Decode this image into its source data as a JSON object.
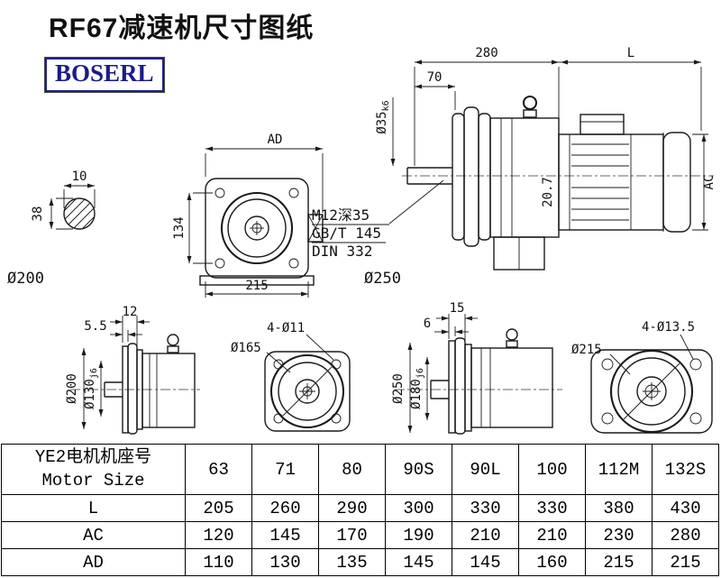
{
  "page": {
    "title": "RF67减速机尺寸图纸",
    "logo": "BOSERL"
  },
  "drawings": {
    "shaft_section": {
      "dim_width": "10",
      "dim_height": "38"
    },
    "label_left_flange": "Ø200",
    "label_mid_flange": "Ø250",
    "front_view": {
      "dim_top": "AD",
      "dim_left": "134",
      "dim_bottom": "215"
    },
    "side_view": {
      "dim_total": "280",
      "dim_l": "L",
      "dim_shaft_len": "70",
      "shaft_dia_main": "Ø35",
      "shaft_dia_tol": "k6",
      "dim_ac": "AC",
      "dim_step": "20.7",
      "note1": "M12深35",
      "note2": "GB/T 145",
      "note3": "DIN 332"
    },
    "output_side_small": {
      "dim_flange": "12",
      "dim_plate": "5.5",
      "dia_outer": "Ø200",
      "dia_inner_main": "Ø130",
      "dia_inner_tol": "j6"
    },
    "flange_view_small": {
      "holes": "4-Ø11",
      "dia": "Ø165"
    },
    "output_side_large": {
      "dim_flange": "15",
      "dim_plate": "6",
      "dia_outer": "Ø250",
      "dia_inner_main": "Ø180",
      "dia_inner_tol": "j6"
    },
    "flange_view_large": {
      "holes": "4-Ø13.5",
      "dia": "Ø215"
    }
  },
  "table": {
    "header": {
      "label_cn": "YE2电机机座号",
      "label_en": "Motor Size",
      "sizes": [
        "63",
        "71",
        "80",
        "90S",
        "90L",
        "100",
        "112M",
        "132S"
      ]
    },
    "rows": [
      {
        "label": "L",
        "values": [
          "205",
          "260",
          "290",
          "300",
          "330",
          "330",
          "380",
          "430"
        ]
      },
      {
        "label": "AC",
        "values": [
          "120",
          "145",
          "170",
          "190",
          "210",
          "210",
          "230",
          "280"
        ]
      },
      {
        "label": "AD",
        "values": [
          "110",
          "130",
          "135",
          "145",
          "145",
          "160",
          "215",
          "215"
        ]
      }
    ]
  }
}
